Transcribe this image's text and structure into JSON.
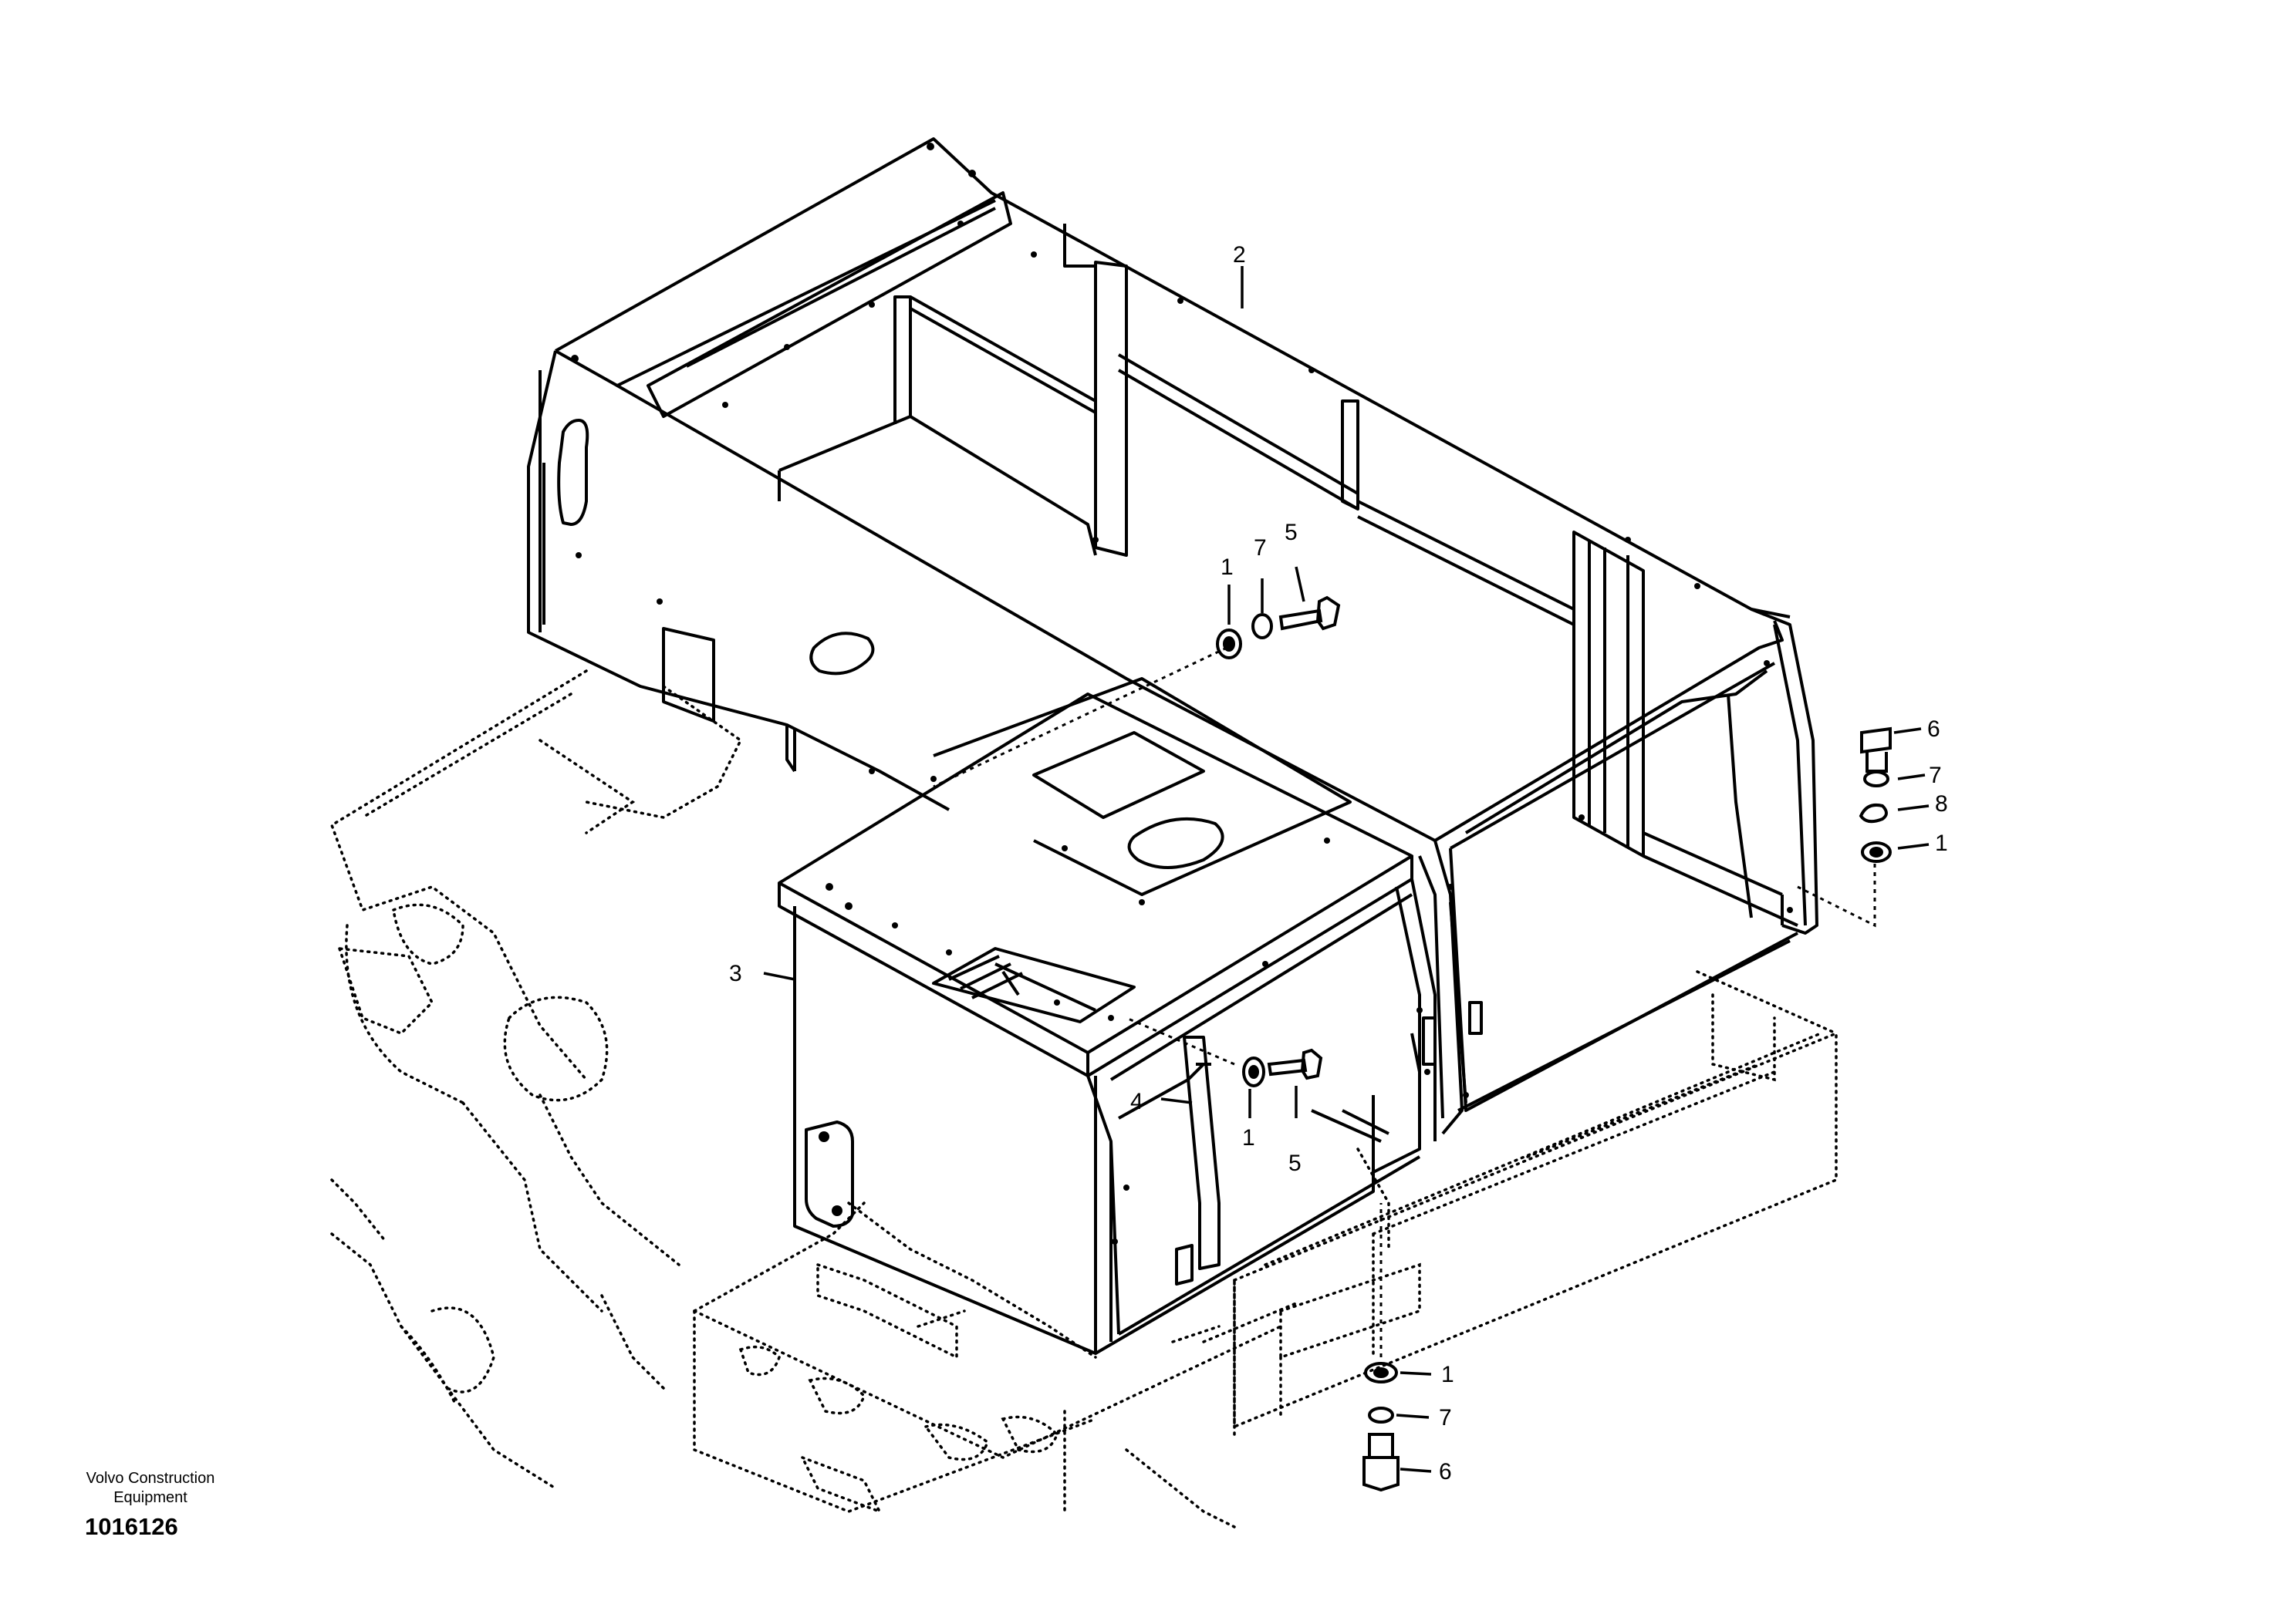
{
  "diagram": {
    "publisher_line1": "Volvo Construction",
    "publisher_line2": "Equipment",
    "document_number": "1016126",
    "callouts": [
      {
        "id": "c2",
        "label": "2"
      },
      {
        "id": "c1a",
        "label": "1"
      },
      {
        "id": "c7a",
        "label": "7"
      },
      {
        "id": "c5a",
        "label": "5"
      },
      {
        "id": "c3",
        "label": "3"
      },
      {
        "id": "c4",
        "label": "4"
      },
      {
        "id": "c1b",
        "label": "1"
      },
      {
        "id": "c5b",
        "label": "5"
      },
      {
        "id": "c6a",
        "label": "6"
      },
      {
        "id": "c7b",
        "label": "7"
      },
      {
        "id": "c8",
        "label": "8"
      },
      {
        "id": "c1c",
        "label": "1"
      },
      {
        "id": "c1d",
        "label": "1"
      },
      {
        "id": "c7c",
        "label": "7"
      },
      {
        "id": "c6b",
        "label": "6"
      }
    ]
  }
}
